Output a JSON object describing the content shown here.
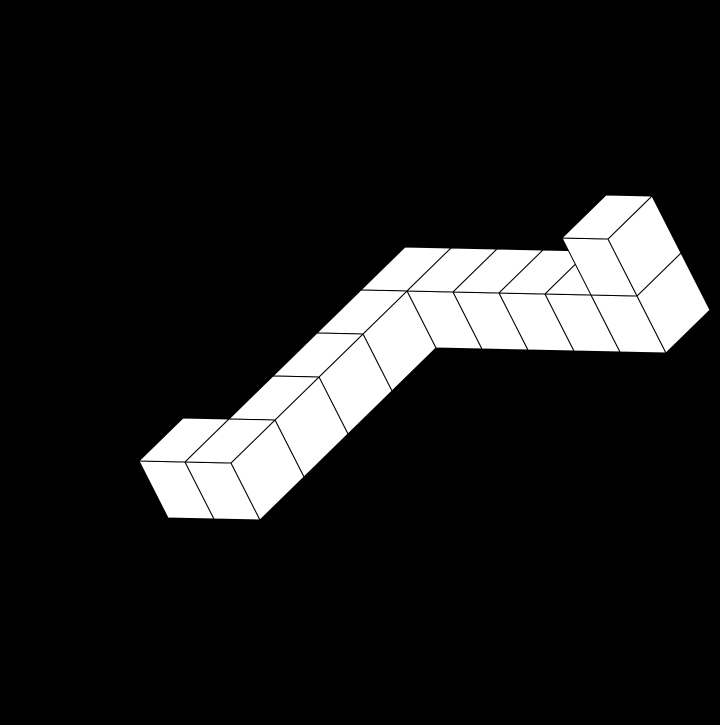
{
  "scene": {
    "background": "#000000",
    "cube_fill": "#ffffff",
    "edge_color": "#000000",
    "structure": "polycube",
    "cube_count": 12,
    "cubes": [
      {
        "i": 0,
        "j": 0,
        "k": 0
      },
      {
        "i": 1,
        "j": 0,
        "k": 0
      },
      {
        "i": 1,
        "j": 1,
        "k": 0
      },
      {
        "i": 1,
        "j": 2,
        "k": 0
      },
      {
        "i": 1,
        "j": 3,
        "k": 0
      },
      {
        "i": 1,
        "j": 4,
        "k": 0
      },
      {
        "i": 2,
        "j": 4,
        "k": 0
      },
      {
        "i": 3,
        "j": 4,
        "k": 0
      },
      {
        "i": 4,
        "j": 4,
        "k": 0
      },
      {
        "i": 5,
        "j": 4,
        "k": 0
      },
      {
        "i": 6,
        "j": 4,
        "k": 0
      },
      {
        "i": 6,
        "j": 4,
        "k": 1
      }
    ]
  }
}
